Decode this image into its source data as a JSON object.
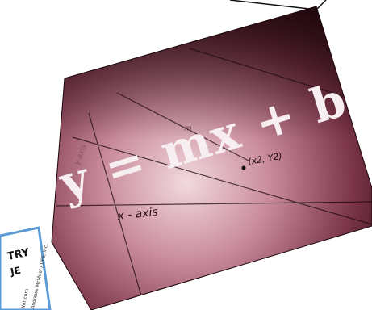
{
  "photo": {
    "equation": "y = mx + b",
    "point_label": "(x2, Y2)",
    "x_axis_label": "x - axis",
    "faint_labels": [
      "m",
      "y-axis"
    ]
  },
  "comic_fragment": {
    "lines": [
      "TRY",
      "JE"
    ],
    "credit": "Andrews McMeel / UFS, Inc.",
    "url": "Nat.com"
  },
  "colors": {
    "background": "#ffffff",
    "photo_dark": "#2a0d16",
    "photo_mid": "#8a4458",
    "photo_light": "#e9c9d1",
    "comic_border": "#5a9bd5",
    "ink": "#111111"
  }
}
